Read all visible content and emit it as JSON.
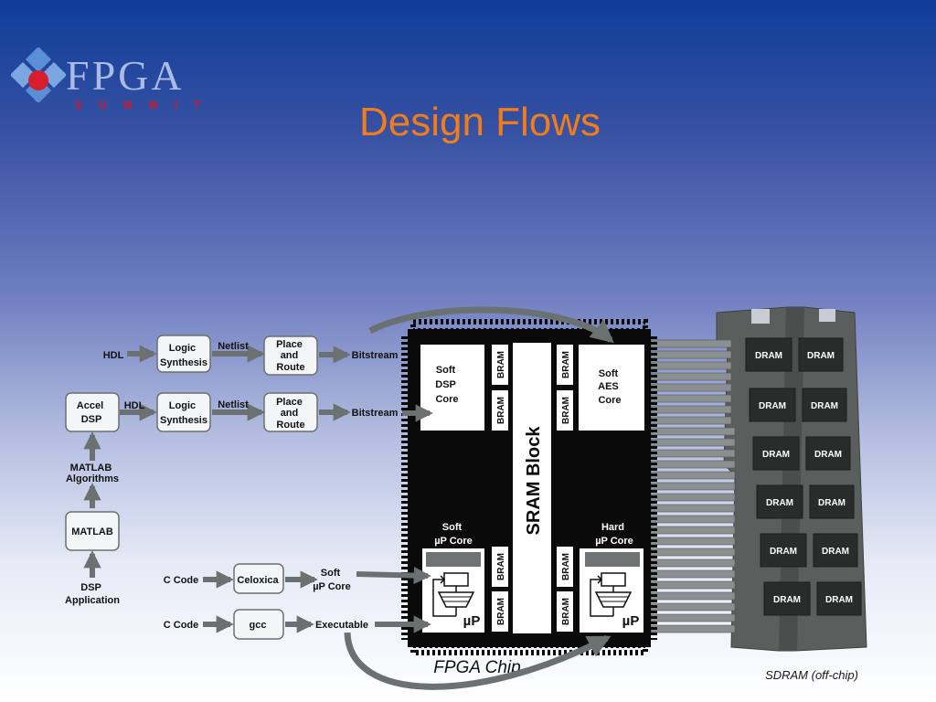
{
  "logo": {
    "wordmark": "FPGA",
    "subtitle": "SUMMIT"
  },
  "slide": {
    "title": "Design Flows"
  },
  "flow": {
    "hdl": "HDL",
    "logic_synthesis": [
      "Logic",
      "Synthesis"
    ],
    "netlist": "Netlist",
    "place_route": [
      "Place",
      "and",
      "Route"
    ],
    "bitstream": "Bitstream",
    "accel_dsp": [
      "Accel",
      "DSP"
    ],
    "matlab_algorithms": [
      "MATLAB",
      "Algorithms"
    ],
    "matlab": "MATLAB",
    "dsp_application": [
      "DSP",
      "Application"
    ],
    "c_code": "C Code",
    "celoxica": "Celoxica",
    "soft_up_core_out": [
      "Soft",
      "µP Core"
    ],
    "gcc": "gcc",
    "executable": "Executable"
  },
  "chip": {
    "soft_dsp_core": [
      "Soft",
      "DSP",
      "Core"
    ],
    "soft_aes_core": [
      "Soft",
      "AES",
      "Core"
    ],
    "bram": "BRAM",
    "sram_block": "SRAM Block",
    "soft_up_core": [
      "Soft",
      "µP  Core"
    ],
    "hard_up_core": [
      "Hard",
      "µP  Core"
    ],
    "up": "µP",
    "label": "FPGA Chip"
  },
  "sdram": {
    "dram": "DRAM",
    "label": "SDRAM (off-chip)"
  },
  "colors": {
    "title_orange": "#f07c1c",
    "chip_black": "#0a0a0a",
    "dimm_gray": "#5a5e5c",
    "arrow_gray": "#6b7070"
  }
}
